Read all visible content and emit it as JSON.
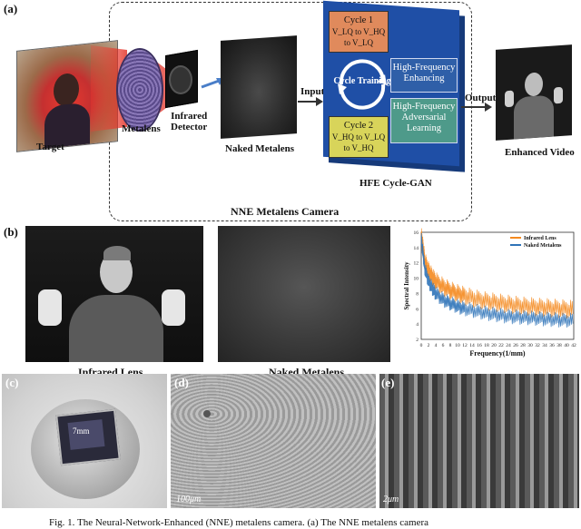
{
  "panel_a": {
    "letter": "(a)",
    "target_label": "Target",
    "metalens_label": "Metalens",
    "detector_label_1": "Infrared",
    "detector_label_2": "Detector",
    "naked_label": "Naked Metalens",
    "input_label": "Input",
    "output_label": "Output",
    "cycle1_title": "Cycle 1",
    "cycle1_sub": "V_LQ to V_HQ to V_LQ",
    "cycle2_title": "Cycle 2",
    "cycle2_sub": "V_HQ to V_LQ to V_HQ",
    "cycle_training": "Cycle Training",
    "hf_enh_1": "High-Frequency",
    "hf_enh_2": "Enhancing",
    "hf_adv_1": "High-Frequency",
    "hf_adv_2": "Adversarial",
    "hf_adv_3": "Learning",
    "gan_label": "HFE Cycle-GAN",
    "enhanced_label": "Enhanced Video",
    "camera_label": "NNE Metalens Camera"
  },
  "panel_b": {
    "letter": "(b)",
    "infrared_caption": "Infrared Lens",
    "naked_caption": "Naked Metalens"
  },
  "panel_c": {
    "letter": "(c)",
    "scale": "7mm"
  },
  "panel_d": {
    "letter": "(d)",
    "scale": "100μm"
  },
  "panel_e": {
    "letter": "(e)",
    "scale": "2μm"
  },
  "caption": "Fig. 1. The Neural-Network-Enhanced (NNE) metalens camera. (a) The NNE metalens camera",
  "colors": {
    "infrared": "#f4891f",
    "naked": "#2f73b8",
    "gan_panel": "#1f4fa6"
  },
  "chart_data": {
    "type": "line",
    "title": "",
    "xlabel": "Frequency(1/mm)",
    "ylabel": "Spectral Intensity",
    "xlim": [
      0,
      42
    ],
    "ylim": [
      2,
      16
    ],
    "x_ticks": [
      "0",
      "2",
      "4",
      "6",
      "8",
      "10",
      "12",
      "14",
      "16",
      "18",
      "20",
      "22",
      "24",
      "26",
      "28",
      "30",
      "32",
      "34",
      "36",
      "38",
      "40",
      "42"
    ],
    "y_ticks": [
      "2",
      "4",
      "6",
      "8",
      "10",
      "12",
      "14",
      "16"
    ],
    "legend_position": "top-right",
    "series": [
      {
        "name": "Infrared Lens",
        "color": "#f4891f",
        "x": [
          0,
          0.5,
          1,
          2,
          3,
          4,
          6,
          8,
          10,
          12,
          15,
          18,
          21,
          24,
          27,
          30,
          33,
          36,
          39,
          42
        ],
        "y": [
          15.5,
          14.0,
          12.2,
          11.0,
          10.2,
          9.6,
          8.9,
          8.4,
          8.0,
          7.7,
          7.3,
          7.0,
          6.8,
          6.6,
          6.4,
          6.3,
          6.2,
          6.1,
          6.0,
          5.9
        ]
      },
      {
        "name": "Naked Metalens",
        "color": "#2f73b8",
        "x": [
          0,
          0.5,
          1,
          2,
          3,
          4,
          6,
          8,
          10,
          12,
          15,
          18,
          21,
          24,
          27,
          30,
          33,
          36,
          39,
          42
        ],
        "y": [
          15.2,
          13.2,
          11.2,
          9.6,
          8.7,
          8.0,
          7.2,
          6.7,
          6.3,
          6.0,
          5.7,
          5.4,
          5.2,
          5.0,
          4.9,
          4.8,
          4.7,
          4.6,
          4.5,
          4.5
        ]
      }
    ]
  }
}
